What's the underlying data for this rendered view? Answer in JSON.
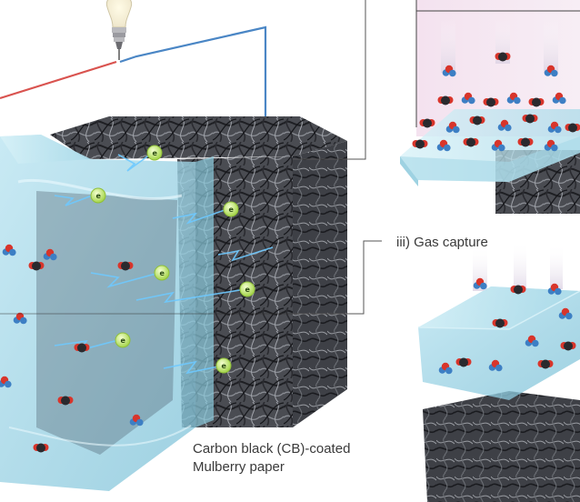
{
  "labels": {
    "gas_capture": "iii) Gas capture",
    "paper_line1": "Carbon black (CB)-coated",
    "paper_line2": "Mulberry paper",
    "electron": "e"
  },
  "colors": {
    "gel": "#9fd3e4",
    "fiber": "#3b3d42",
    "wire_red": "#d9534f",
    "wire_blue": "#4a86c5",
    "oxygen": "#d8352b",
    "nitrogen": "#3d7fc4",
    "carbon": "#2a2a2e",
    "electron": "#c8ee6e",
    "spark": "#6ec9ff",
    "top_panel": "#f3e6f0"
  },
  "icons": {
    "bulb": "light-bulb-icon",
    "electron": "electron-icon",
    "molecule": "gas-molecule-icon"
  }
}
